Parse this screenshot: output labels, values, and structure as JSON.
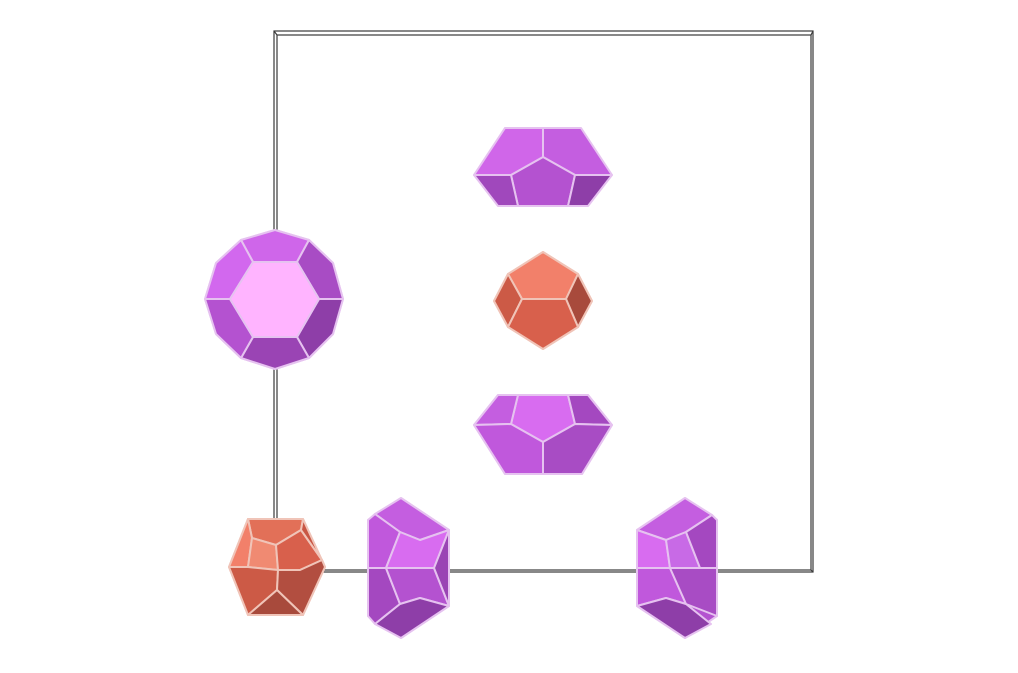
{
  "structure": {
    "unit_cell": {
      "line_color": "#3a3a3a",
      "box_color": "#ffffff"
    },
    "colors": {
      "magenta": {
        "light": "#d86cf0",
        "mid": "#c058dc",
        "dark": "#9440b0",
        "top": "#ffb4ff",
        "edge": "#e8c8f0"
      },
      "orange": {
        "light": "#f2806a",
        "mid": "#d8604c",
        "dark": "#a84a3c",
        "edge": "#f0c4b8"
      }
    },
    "polyhedra": [
      {
        "id": "poly-top-center",
        "kind": "elongated-magenta"
      },
      {
        "id": "poly-left-large",
        "kind": "truncated-magenta"
      },
      {
        "id": "poly-center-orange",
        "kind": "dodecahedron-orange"
      },
      {
        "id": "poly-mid-center",
        "kind": "elongated-magenta"
      },
      {
        "id": "poly-bottom-left-orange",
        "kind": "dodecahedron-orange"
      },
      {
        "id": "poly-bottom-left-magenta",
        "kind": "vertical-magenta"
      },
      {
        "id": "poly-bottom-right-magenta",
        "kind": "vertical-magenta"
      }
    ]
  }
}
